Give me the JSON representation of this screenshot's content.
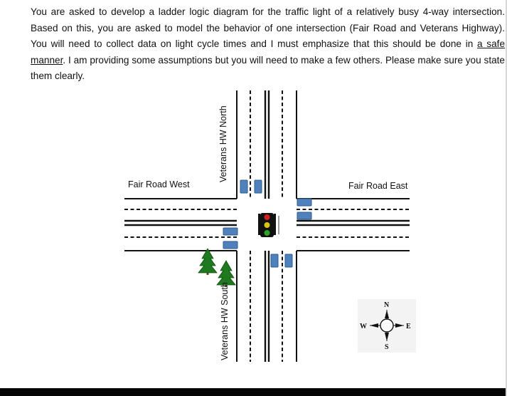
{
  "paragraph": {
    "intro": "You are asked to develop a ladder logic diagram for the traffic light of a relatively busy 4-way intersection. Based on this, you are asked to model the behavior of one intersection (Fair Road and Veterans Highway). You will need to collect data on light cycle times and I must emphasize that this should be done in ",
    "underlined": "a safe manner",
    "outro": ". I am providing some assumptions but you will need to make a few others. Please make sure you state them clearly."
  },
  "diagram": {
    "labels": {
      "fair_road_west": "Fair Road West",
      "fair_road_east": "Fair Road East",
      "veterans_north": "Veterans HW North",
      "veterans_south": "Veterans HW South"
    },
    "compass": {
      "north": "N",
      "south": "S",
      "east": "E",
      "west": "W"
    },
    "colors": {
      "road_line": "#111111",
      "car": "#4f81bd",
      "car_border": "#2e5c8a",
      "tree": "#1f7a1f",
      "light_red": "#d32020",
      "light_yellow": "#d8c41a",
      "light_green": "#2aa52a"
    }
  }
}
